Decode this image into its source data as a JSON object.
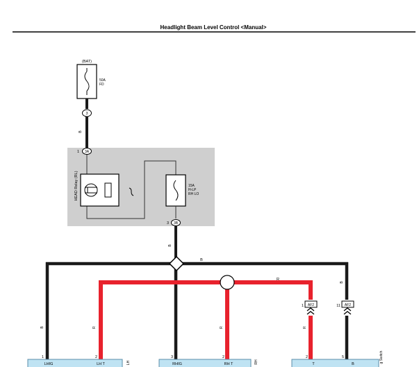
{
  "title": "Headlight Beam Level Control <Manual>",
  "battery": {
    "label": "(BAT)",
    "fuse_rating": "50A",
    "fuse_name": "FD"
  },
  "connectors": {
    "bat_pin": "3",
    "relay_in_pin": "1",
    "relay_in_id": "3A",
    "relay_out_pin": "3",
    "relay_out_id": "3B",
    "af2_left_pin": "1",
    "af2_left_id": "AF2",
    "af2_right_pin": "11",
    "af2_right_id": "AF2"
  },
  "relay": {
    "label": "HEAD Relay (RL)"
  },
  "fuse2": {
    "rating": "15A",
    "name1": "H-LP",
    "name2": "RH LO"
  },
  "wires": {
    "bat_color": "B",
    "relay_out_color": "B",
    "bus_black_color": "B",
    "bus_red_color": "R",
    "af2_right_color": "B",
    "lh_b_color": "B",
    "lh_r_color": "R",
    "rh_r_color": "R",
    "af2_left_color": "R"
  },
  "components": {
    "lh": {
      "pins": [
        "1",
        "2"
      ],
      "labels": [
        "LHIG",
        "LH T"
      ],
      "side_label": "LH"
    },
    "rh": {
      "pins": [
        "3",
        "2"
      ],
      "labels": [
        "RHIG",
        "RH T"
      ],
      "side_label": "RH"
    },
    "switch": {
      "pins": [
        "2",
        "5"
      ],
      "labels": [
        "T",
        "B"
      ],
      "side_label": "g Switch"
    }
  },
  "colors": {
    "wire_black": "#1a1a1a",
    "wire_red": "#e8222d",
    "relay_box": "#cfcfcf",
    "component_fill": "#bfe3f3",
    "component_stroke": "#5b8ea8"
  }
}
